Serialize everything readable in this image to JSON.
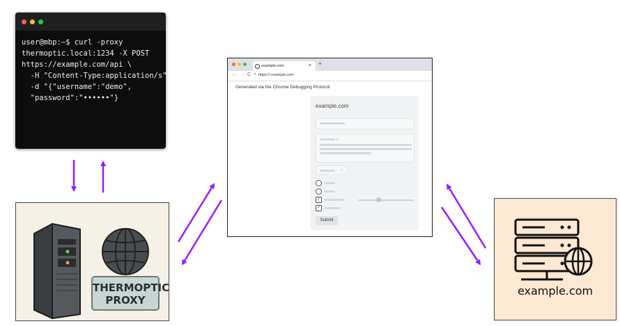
{
  "terminal": {
    "lines": [
      "user@mbp:~$ curl -proxy",
      "thermoptic.local:1234 -X POST",
      "https://example.com/api \\",
      "  -H \"Content-Type:application/s\"",
      "  -d \"{\"username\":\"demo\",",
      "  \"password\":\"••••••\"}"
    ]
  },
  "proxy": {
    "badge_line1": "THERMOPTIC",
    "badge_line2": "PROXY"
  },
  "browser": {
    "tab_title": "example.com",
    "tab_close": "×",
    "new_tab": "+",
    "url": "https:// example.com",
    "caption": "Generated via the Chrome Debugging Protocol",
    "card_title": "example.com",
    "submit_label": "Submit"
  },
  "server": {
    "label": "example.com"
  },
  "colors": {
    "arrow": "#9b1aff",
    "terminal_bg": "#0d0d0d",
    "proxy_bg": "#f6f1e7",
    "server_bg": "#fde9d3"
  }
}
